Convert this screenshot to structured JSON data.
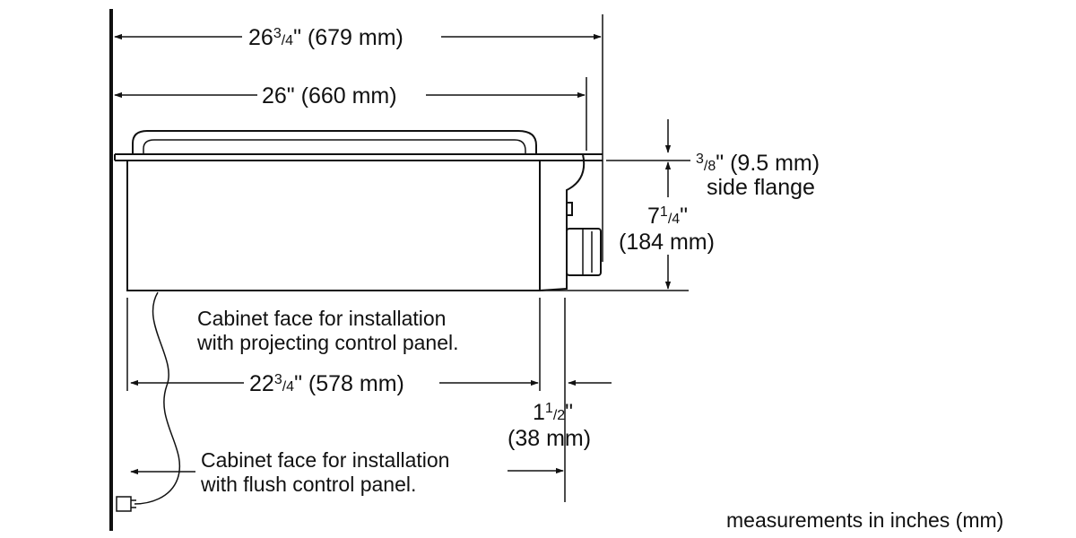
{
  "dimensions": {
    "overall_width": {
      "whole": "26",
      "numerator": "3",
      "denominator": "4",
      "mm": "\" (679 mm)"
    },
    "body_width": {
      "text": "26\" (660 mm)"
    },
    "side_flange": {
      "numerator": "3",
      "denominator": "8",
      "mm": "\" (9.5 mm)",
      "caption": "side flange"
    },
    "height": {
      "whole": "7",
      "numerator": "1",
      "denominator": "4",
      "unit": "\"",
      "mm": "(184 mm)"
    },
    "inner_width": {
      "whole": "22",
      "numerator": "3",
      "denominator": "4",
      "mm": "\" (578 mm)"
    },
    "panel_projection": {
      "whole": "1",
      "numerator": "1",
      "denominator": "2",
      "unit": "\"",
      "mm": "(38 mm)"
    }
  },
  "notes": {
    "projecting": [
      "Cabinet face for installation",
      "with projecting control panel."
    ],
    "flush": [
      "Cabinet face for installation",
      "with flush control panel."
    ],
    "units": "measurements in inches (mm)"
  }
}
